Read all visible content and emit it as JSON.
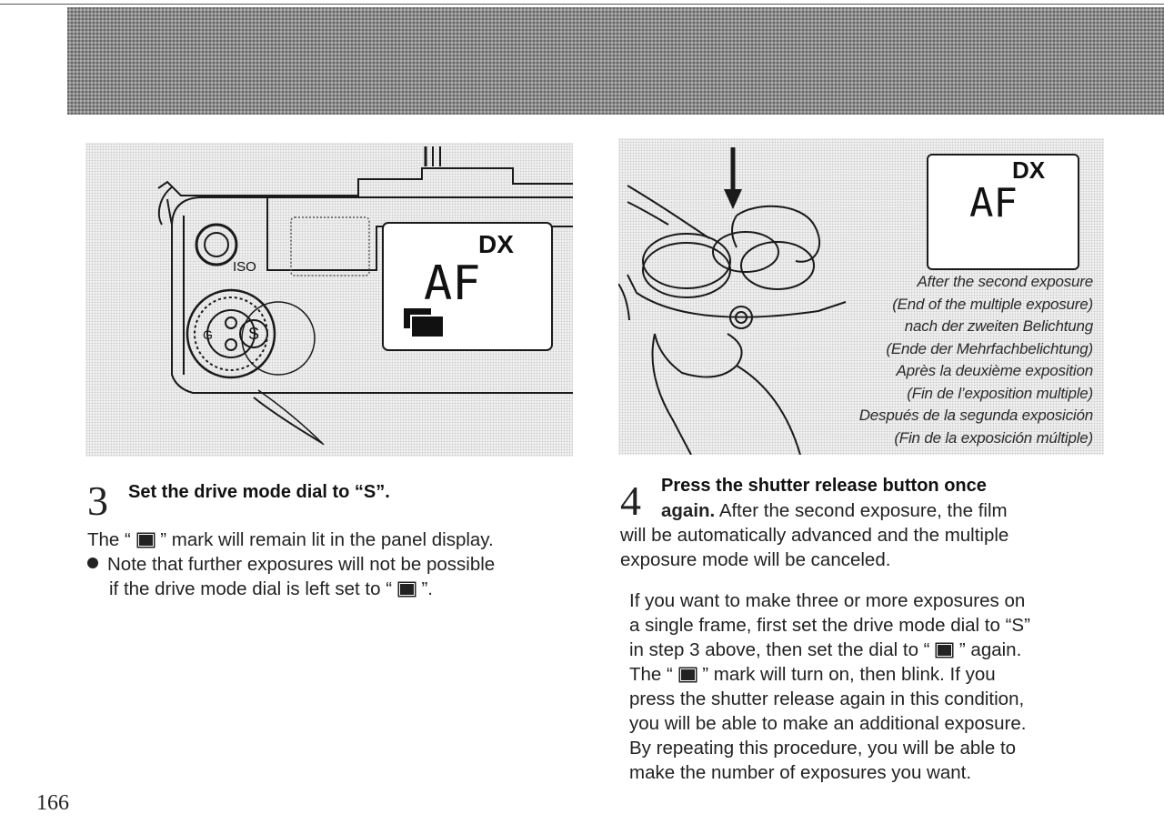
{
  "step3": {
    "number": "3",
    "title": "Set the drive mode dial to “S”.",
    "line1_pre": "The “ ",
    "line1_post": " ” mark will remain lit in the panel display.",
    "bullet_line1": "Note that further exposures will not be possible",
    "bullet_line2_pre": "if the drive mode dial is left set to “ ",
    "bullet_line2_post": " ”."
  },
  "step4": {
    "number": "4",
    "title_line1": "Press the shutter release button once",
    "title_line2_bold": "again.",
    "title_line2_rest": " After the second exposure, the film",
    "line3": "will be automatically advanced and the multiple",
    "line4": "exposure mode will be canceled."
  },
  "note": {
    "line1": "If you want to make three or more exposures on",
    "line2": "a single frame, first set the drive mode dial to “S”",
    "line3_pre": "in step 3 above, then set the dial to “ ",
    "line3_post": " ” again.",
    "line4_pre": "The “ ",
    "line4_post": " ” mark will turn on, then blink. If you",
    "line5": "press the shutter release again in this condition,",
    "line6": "you will be able to make an additional exposure.",
    "line7": "By repeating this procedure, you will be able to",
    "line8": "make the number of exposures you want."
  },
  "illustration_left": {
    "lcd_dx": "DX",
    "lcd_af": "AF",
    "iso_label": "ISO",
    "dial_s": "S"
  },
  "illustration_right": {
    "lcd_dx": "DX",
    "lcd_af": "AF",
    "caption": [
      "After the second exposure",
      "(End of the multiple exposure)",
      "nach der zweiten Belichtung",
      "(Ende der Mehrfachbelichtung)",
      "Après la deuxième exposition",
      "(Fin de l’exposition multiple)",
      "Después de la segunda exposición",
      "(Fin de la exposición múltiple)"
    ]
  },
  "page_number": "166",
  "icons": {
    "drive_mode_mark": "multiple-exposure-icon",
    "bullet": "bullet-dot-icon"
  }
}
